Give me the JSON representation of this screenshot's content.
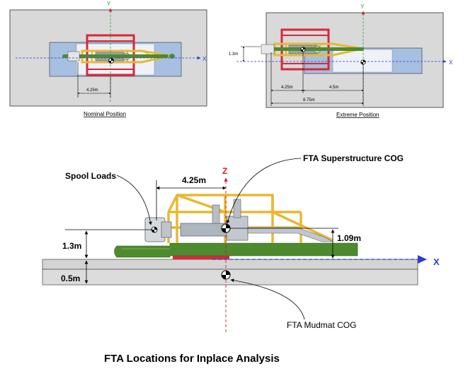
{
  "top_left": {
    "axis_y": "Y",
    "axis_x": "X",
    "dim": "4.25m",
    "caption": "Nominal Position"
  },
  "top_right": {
    "axis_y": "Y",
    "axis_x": "X",
    "dim_height": "1.3m",
    "dim_a": "4.25m",
    "dim_b": "4.5m",
    "dim_total": "8.75m",
    "caption": "Extreme Position"
  },
  "main": {
    "label_spool_loads": "Spool Loads",
    "label_offset": "4.25m",
    "axis_z": "Z",
    "label_superstructure_cog": "FTA Superstructure COG",
    "label_height_spool": "1.3m",
    "label_height_cog": "1.09m",
    "label_mudmat_thickness": "0.5m",
    "axis_x": "X",
    "label_mudmat_cog": "FTA Mudmat COG"
  },
  "title": "FTA Locations for Inplace Analysis",
  "colors": {
    "mudmat_fill": "#d9d9d9",
    "frame_yellow": "#e8b830",
    "pipe_green": "#4e8a2e",
    "red_frame": "#d8283a",
    "axis_blue": "#2a3fd0",
    "cog_red": "#d0202a",
    "grey_plate": "#c6c6c6"
  }
}
